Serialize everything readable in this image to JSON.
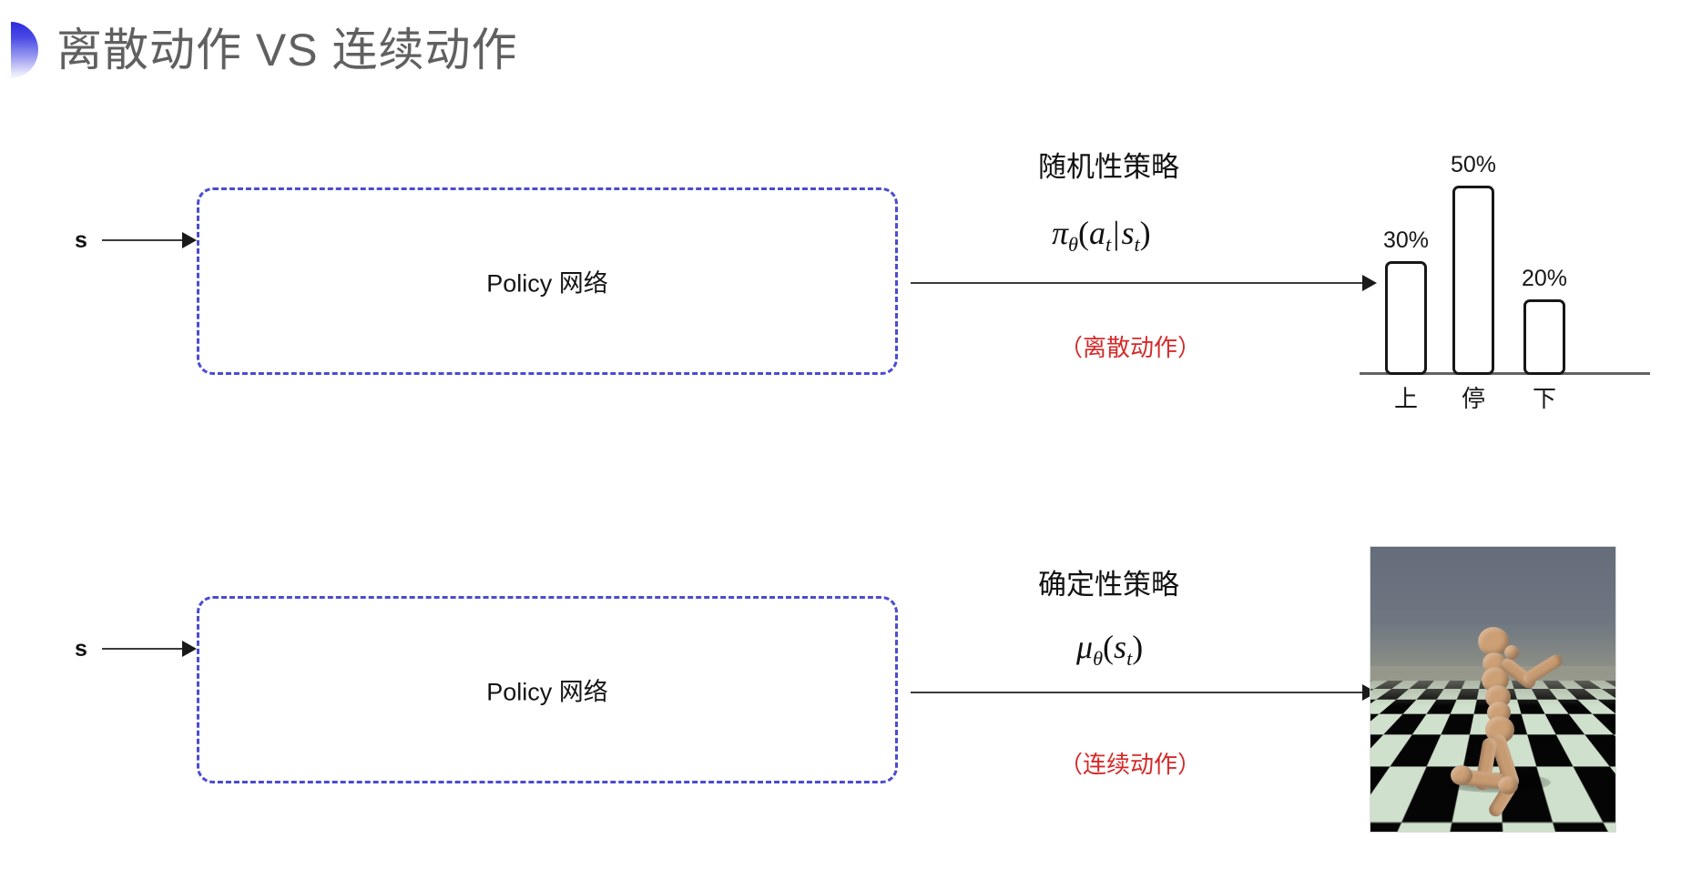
{
  "slide": {
    "title": "离散动作 VS 连续动作",
    "accent_color": "#2b2bdd",
    "title_color": "#606060",
    "background": "#ffffff"
  },
  "rows": [
    {
      "id": "discrete",
      "state_label": "s",
      "box_label": "Policy 网络",
      "box_border_color": "#4b4bd2",
      "policy_title": "随机性策略",
      "formula": {
        "fn": "π",
        "theta": "θ",
        "open": "(",
        "action": "a",
        "action_sub": "t",
        "bar": "|",
        "state": "s",
        "state_sub": "t",
        "close": ")",
        "plain": "π_θ(a_t|s_t)"
      },
      "note": "（离散动作）",
      "note_color": "#d42a2a"
    },
    {
      "id": "continuous",
      "state_label": "s",
      "box_label": "Policy 网络",
      "box_border_color": "#4b4bd2",
      "policy_title": "确定性策略",
      "formula": {
        "fn": "μ",
        "theta": "θ",
        "open": "(",
        "state": "s",
        "state_sub": "t",
        "close": ")",
        "plain": "μ_θ(s_t)"
      },
      "note": "（连续动作）",
      "note_color": "#d42a2a"
    }
  ],
  "chart_data": {
    "type": "bar",
    "title": "",
    "xlabel": "",
    "ylabel": "",
    "categories": [
      "上",
      "停",
      "下"
    ],
    "values": [
      30,
      50,
      20
    ],
    "value_labels": [
      "30%",
      "50%",
      "20%"
    ],
    "ylim": [
      0,
      60
    ],
    "grid": false,
    "legend": "none",
    "bar_style": {
      "fill": "#ffffff",
      "stroke": "#171717",
      "rounded": true
    },
    "axis_color": "#636363"
  },
  "figure": {
    "name": "humanoid-simulation",
    "caption": "",
    "sky_color": "#6d7681",
    "floor_colors": [
      "#cfe0cc",
      "#050505"
    ],
    "body_color": "#c79b72"
  }
}
